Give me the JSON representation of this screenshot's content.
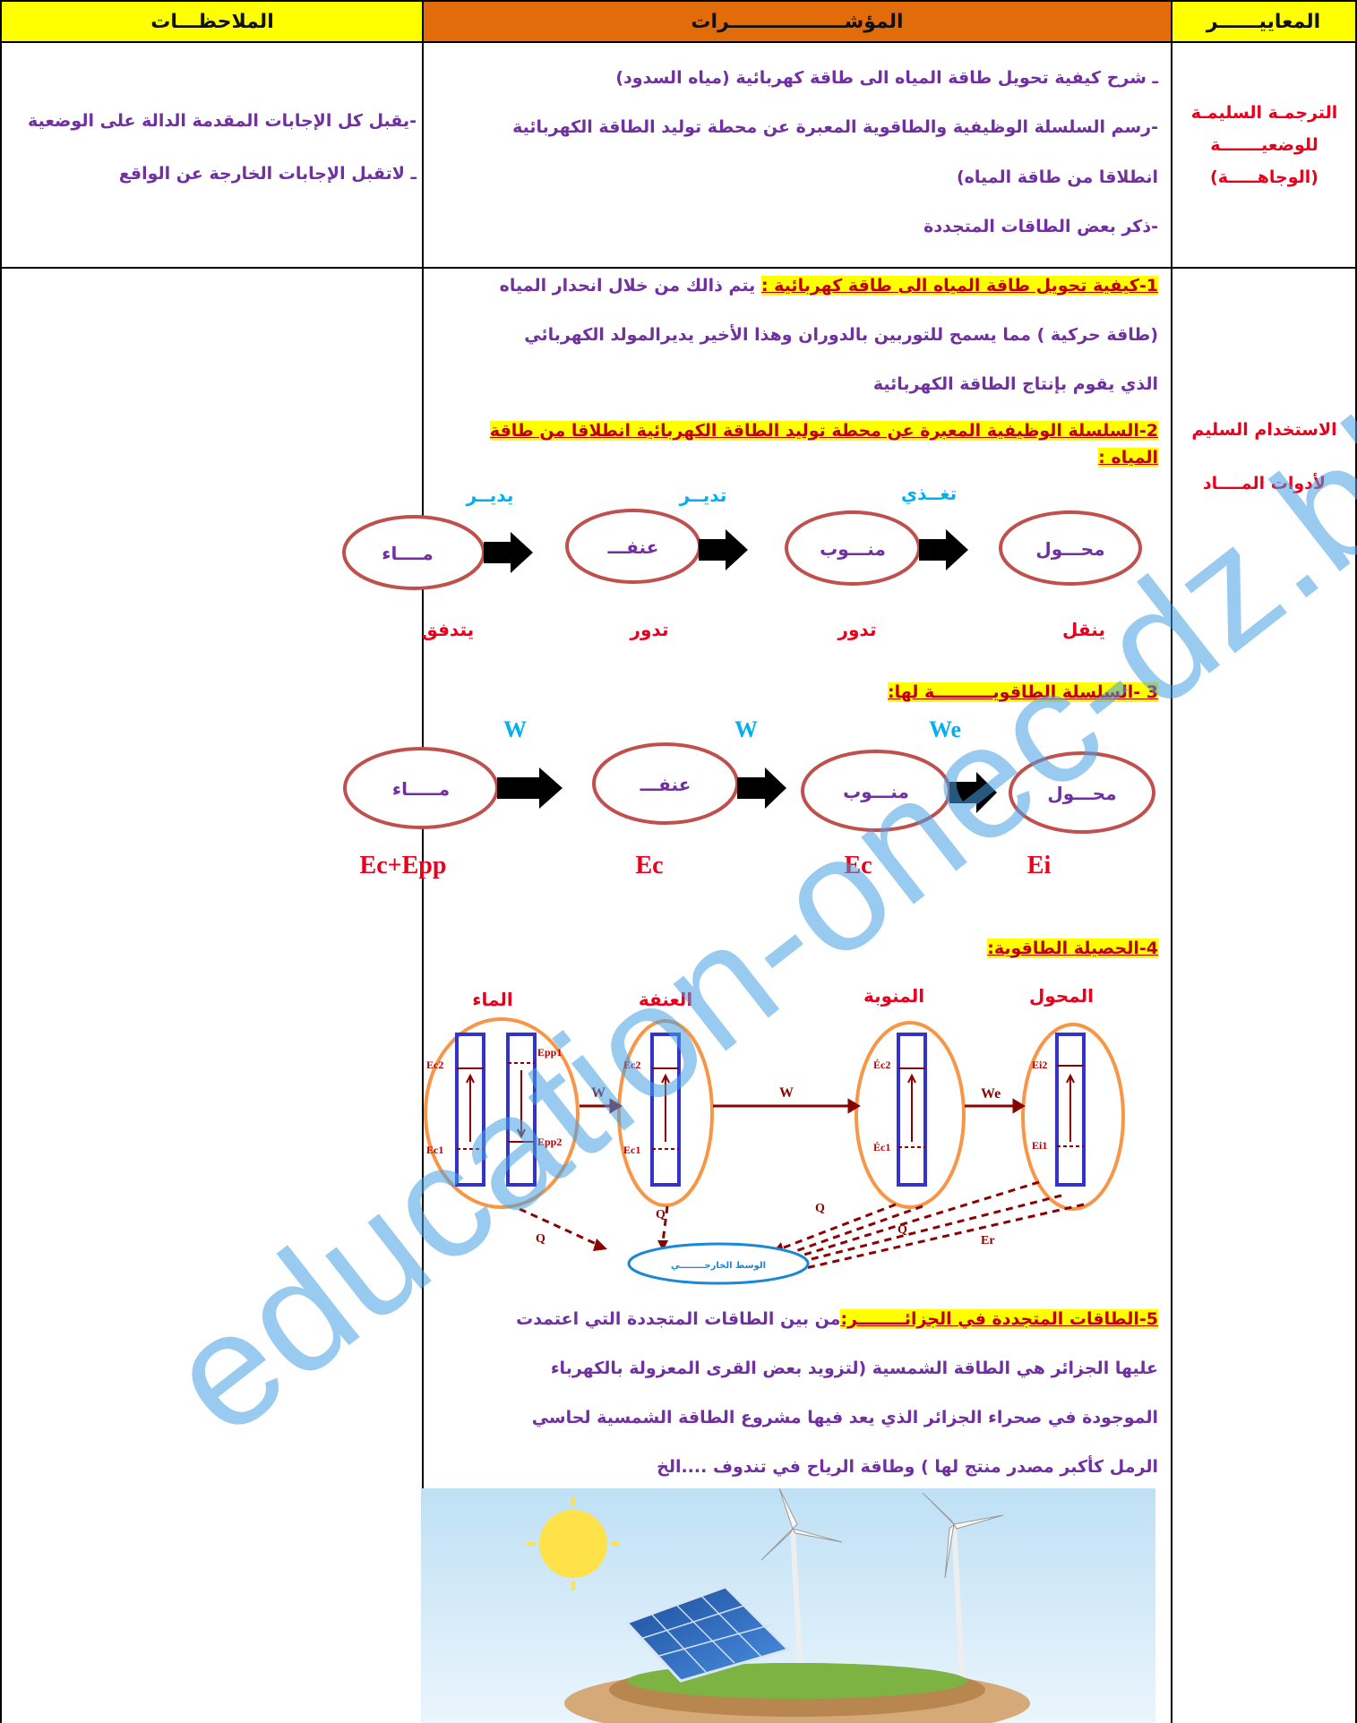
{
  "header": {
    "criteria": "المعاييــــــر",
    "indicators": "المؤشـــــــــــــــــرات",
    "notes": "الملاحظـــات"
  },
  "row1": {
    "criterion": [
      "الترجمـة السليمـة",
      "للوضعيـــــــة",
      "(الوجاهـــــة)"
    ],
    "indicators": [
      "ـ شرح كيفية تحويل طاقة المياه الى طاقة كهربائية (مياه السدود)",
      "-رسم السلسلة الوظيفية والطاقوية المعبرة عن محطة توليد الطاقة الكهربائية",
      "انطلاقا من طاقة المياه)",
      "-ذكر بعض الطاقات المتجددة"
    ],
    "notes": [
      "-يقبل كل الإجابات المقدمة الدالة على الوضعية",
      "ـ لاتقبل الإجابات الخارجة عن الواقع"
    ]
  },
  "row2": {
    "criterion": [
      "الاستخدام السليم",
      "لأدوات المــــاد"
    ],
    "s1_title": "1-كيفية تحويل طاقة المياه الى طاقة كهربائية :",
    "s1_lines": [
      "يتم ذالك من خلال انحدار المياه",
      "(طاقة حركية ) مما يسمح للتوربين بالدوران وهذا الأخير يديرالمولد الكهربائي",
      "الذي يقوم بإنتاج الطاقة الكهربائية"
    ],
    "s2_title": [
      "2-السلسلة الوظيفية المعبرة عن محطة توليد الطاقة الكهربائية انطلاقا من طاقة",
      "المياه :"
    ],
    "chain1": {
      "nodes": [
        "مــــاء",
        "عنفـــ",
        "منـــوب",
        "محـــول"
      ],
      "top": [
        "يديــر",
        "تديــر",
        "تغــذي"
      ],
      "bottom": [
        "يتدفق",
        "تدور",
        "تدور",
        "ينقل"
      ]
    },
    "s3_title": "3 -السلسلة الطاقويــــــــــة لها:",
    "chain2": {
      "nodes": [
        "مـــــاء",
        "عنفـــ",
        "منـــوب",
        "محـــول"
      ],
      "top": [
        "W",
        "W",
        "We"
      ],
      "bottom": [
        "Ec+Epp",
        "Ec",
        "Ec",
        "Ei"
      ]
    },
    "s4_title": "4-الحصيلة الطاقوية:",
    "balance": {
      "labels": [
        "الماء",
        "العنفة",
        "المنوبة",
        "المحول"
      ],
      "ec2": "Ec2",
      "ec1": "Ec1",
      "epp1": "Epp1",
      "epp2": "Epp2",
      "ec2p": "Éc2",
      "ec1p": "Éc1",
      "ei2": "Ei2",
      "ei1": "Ei1",
      "w": "W",
      "we": "We",
      "q": "Q",
      "er": "Er",
      "medium": "الوسط الخارجــــــــي"
    },
    "s5_title": "5-الطاقات المتجددة في الجزائــــــــر:",
    "s5_lines": [
      "من بين الطاقات المتجددة التي اعتمدت",
      "عليها الجزائر هي الطاقة الشمسية (لتزويد بعض القرى المعزولة بالكهرباء",
      "الموجودة في صحراء الجزائر الذي يعد فيها مشروع الطاقة الشمسية لحاسي",
      "الرمل كأكبر مصدر منتج لها ) وطاقة الرياح في تندوف ....الخ"
    ]
  },
  "watermark": "education-onec-dz.blogspot.com",
  "colors": {
    "header_yellow": "#ffff00",
    "header_orange": "#e36c0a",
    "red": "#e8001c",
    "purple": "#7030a0",
    "cyan": "#00b0f0",
    "ellipse": "#c0504d",
    "orange_ellipse": "#f79646",
    "box": "#3333cc",
    "dark_red": "#8b0000"
  }
}
